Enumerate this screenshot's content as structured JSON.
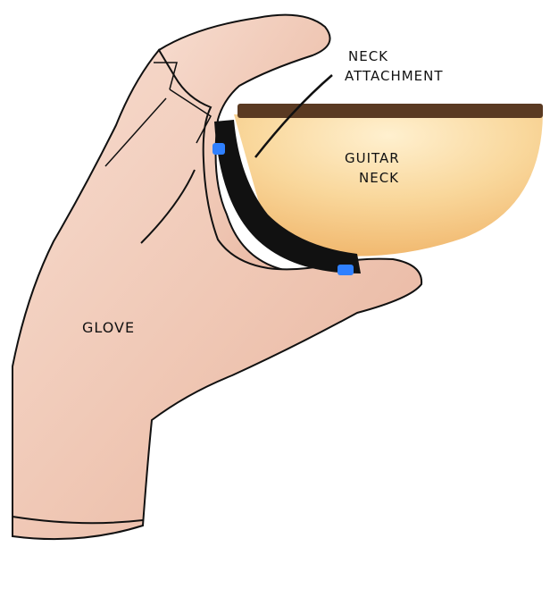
{
  "labels": {
    "neck_attachment_line1": "NECK",
    "neck_attachment_line2": "ATTACHMENT",
    "guitar_neck_line1": "GUITAR",
    "guitar_neck_line2": "NECK",
    "glove": "GLOVE"
  },
  "colors": {
    "background": "#ffffff",
    "skin_light": "#f4d3c4",
    "skin_mid": "#e9b7a1",
    "skin_shadow": "#d99a86",
    "neck_wood_light": "#fbe3b4",
    "neck_wood": "#f4c27e",
    "neck_fretboard": "#5a3a22",
    "attachment_band": "#111111",
    "attachment_marker": "#2f80ff",
    "outline": "#111111"
  }
}
